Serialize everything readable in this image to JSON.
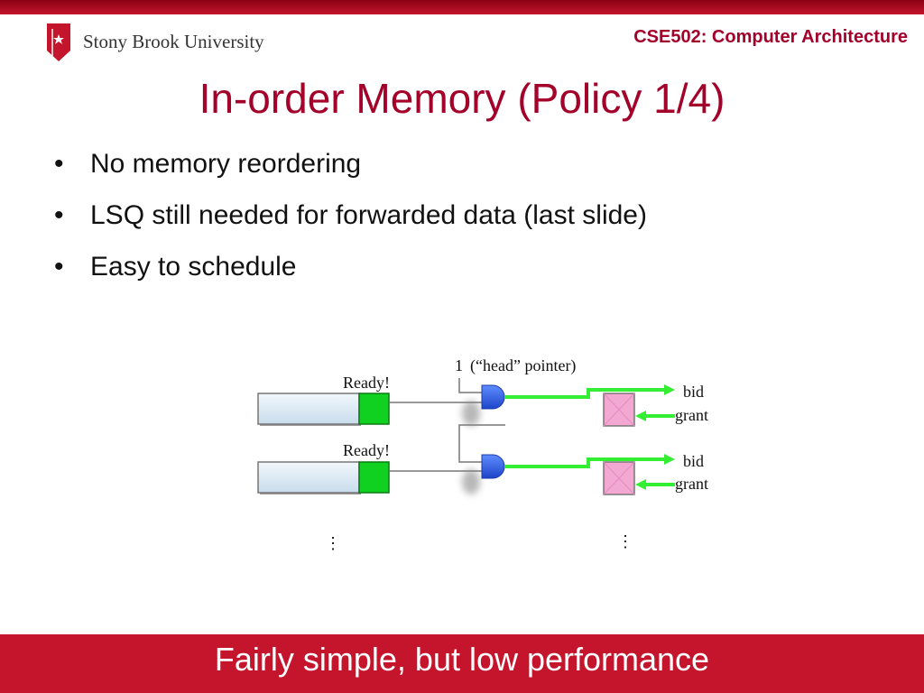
{
  "header": {
    "university": "Stony Brook University",
    "course": "CSE502: Computer Architecture"
  },
  "slide": {
    "title": "In-order Memory (Policy 1/4)",
    "bullets": [
      "No memory reordering",
      "LSQ still needed for forwarded data (last slide)",
      "Easy to schedule"
    ],
    "bullet_symbol": "•"
  },
  "diagram": {
    "head_label_number": "1",
    "head_label_text": "(“head” pointer)",
    "rows": [
      {
        "ready_label": "Ready!",
        "bid_label": "bid",
        "grant_label": "grant"
      },
      {
        "ready_label": "Ready!",
        "bid_label": "bid",
        "grant_label": "grant"
      }
    ],
    "ellipsis": "⋮",
    "colors": {
      "ready": "#10d020",
      "entry": "#d8e8f4",
      "arbiter": "#f3a8d4",
      "gate": "#2a5be0",
      "wire": "#33ee33"
    }
  },
  "footer": {
    "caption": "Fairly simple, but low performance"
  },
  "colors": {
    "brand_red": "#c4152c",
    "title_red": "#a3002a"
  }
}
